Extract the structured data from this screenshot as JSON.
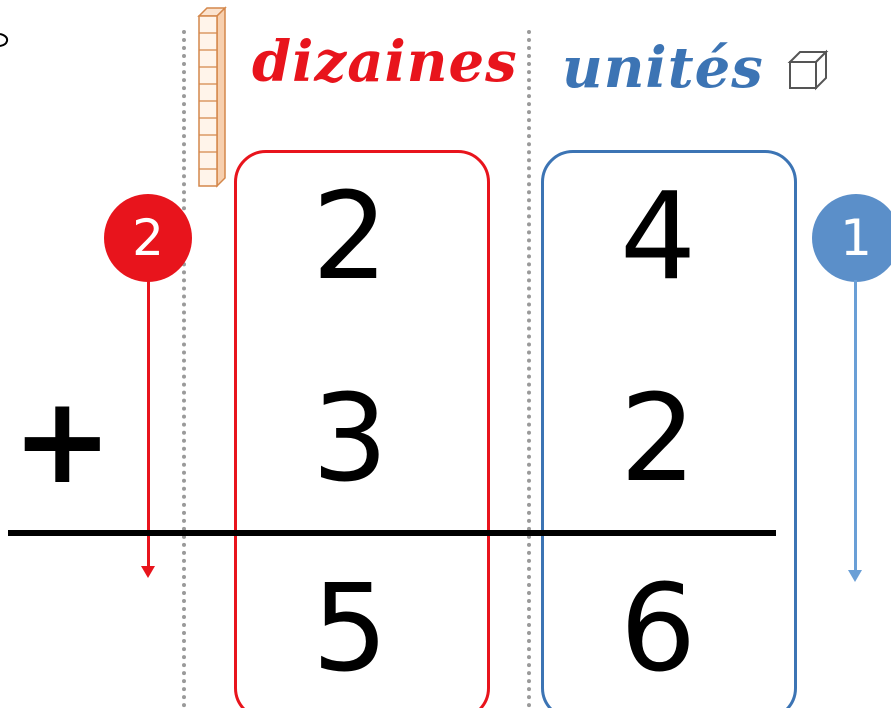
{
  "headings": {
    "tens": "dizaines",
    "units": "unités"
  },
  "icons": {
    "tens_icon": "ten-rod-icon",
    "units_icon": "unit-cube-icon"
  },
  "steps": {
    "first": "1",
    "second": "2"
  },
  "operation": {
    "operator": "+",
    "row1": {
      "tens": "2",
      "units": "4"
    },
    "row2": {
      "tens": "3",
      "units": "2"
    },
    "result": {
      "tens": "5",
      "units": "6"
    }
  },
  "colors": {
    "tens": "#e8141c",
    "units": "#3c74b4",
    "units_circle": "#5b8fc9",
    "arrow_units": "#6a9fd6",
    "separator": "#9a9a9a"
  }
}
